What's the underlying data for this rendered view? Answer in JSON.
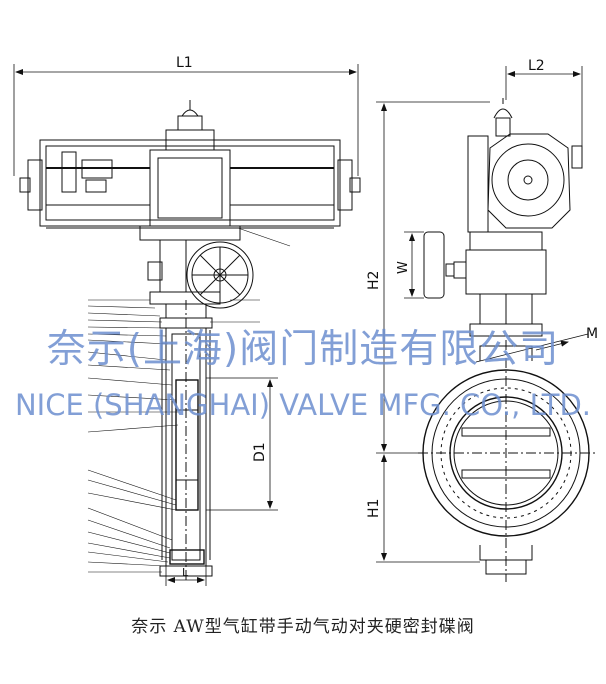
{
  "dimensions": {
    "L1": "L1",
    "L2": "L2",
    "H2": "H2",
    "H1": "H1",
    "W": "W",
    "D1": "D1",
    "L": "L",
    "M": "M"
  },
  "watermark": {
    "chinese": "奈示(上海)阀门制造有限公司",
    "english": "NICE (SHANGHAI) VALVE MFG. CO., LTD."
  },
  "caption": "奈示   AW型气缸带手动气动对夹硬密封碟阀"
}
